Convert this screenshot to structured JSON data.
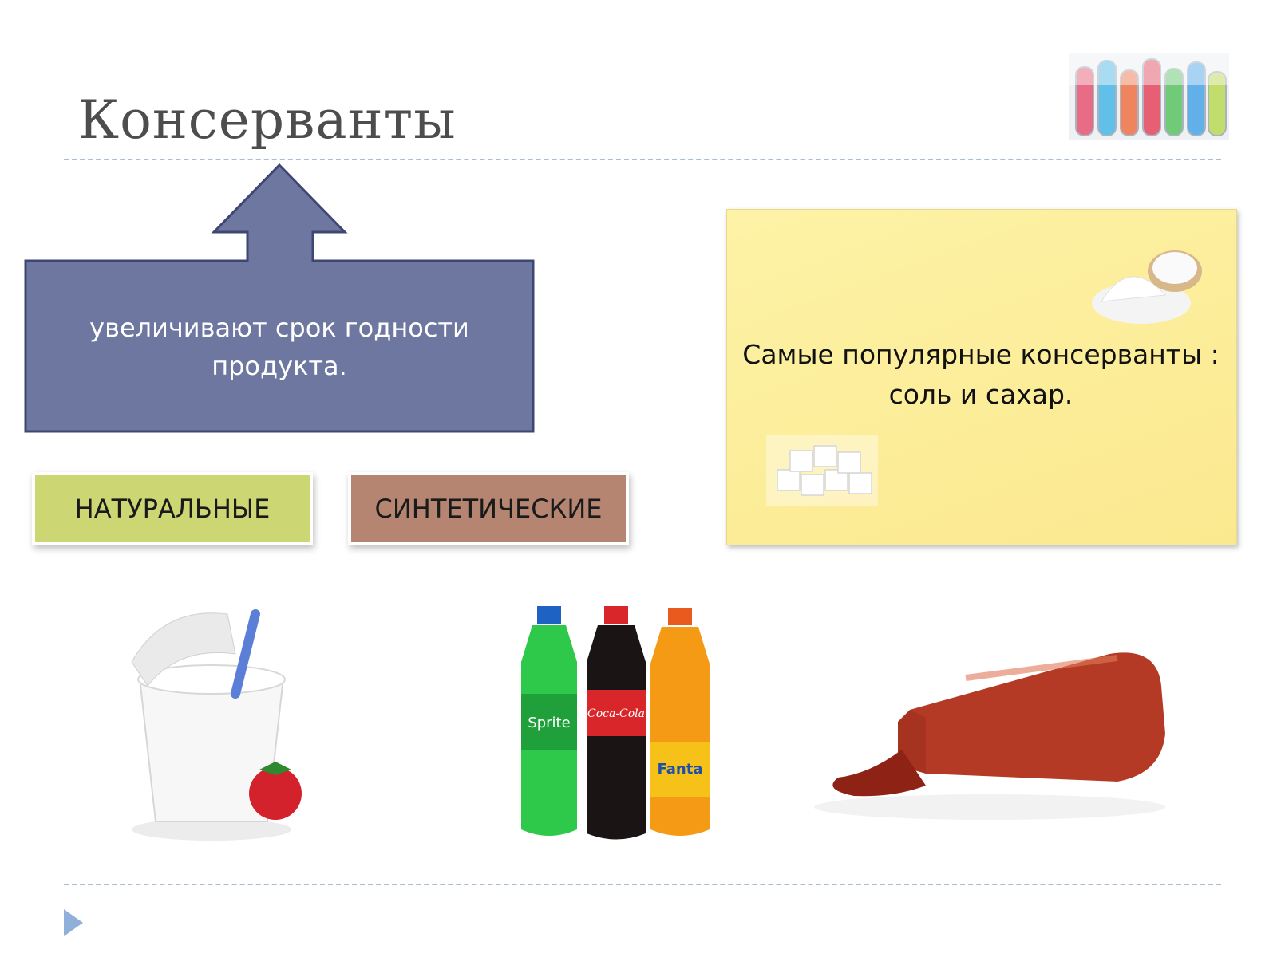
{
  "slide": {
    "title": "Консерванты",
    "arrow_box_text": "увеличивают срок годности продукта.",
    "tag_natural": "НАТУРАЛЬНЫЕ",
    "tag_synthetic": "СИНТЕТИЧЕСКИЕ",
    "note_line1": "Самые популярные консерванты :",
    "note_line2": "соль и сахар.",
    "images": [
      "test-tubes-image",
      "salt-bowl-image",
      "sugar-cubes-image",
      "yogurt-image",
      "soda-bottles-image",
      "ketchup-bottle-image"
    ],
    "bottle_labels": [
      "Sprite",
      "Coca-Cola",
      "Fanta"
    ]
  },
  "colors": {
    "arrow_fill": "#6e77a0",
    "tag_natural": "#ccd774",
    "tag_synthetic": "#b58571",
    "note_bg": "#fbeb95",
    "rule": "#a9bcd6"
  }
}
